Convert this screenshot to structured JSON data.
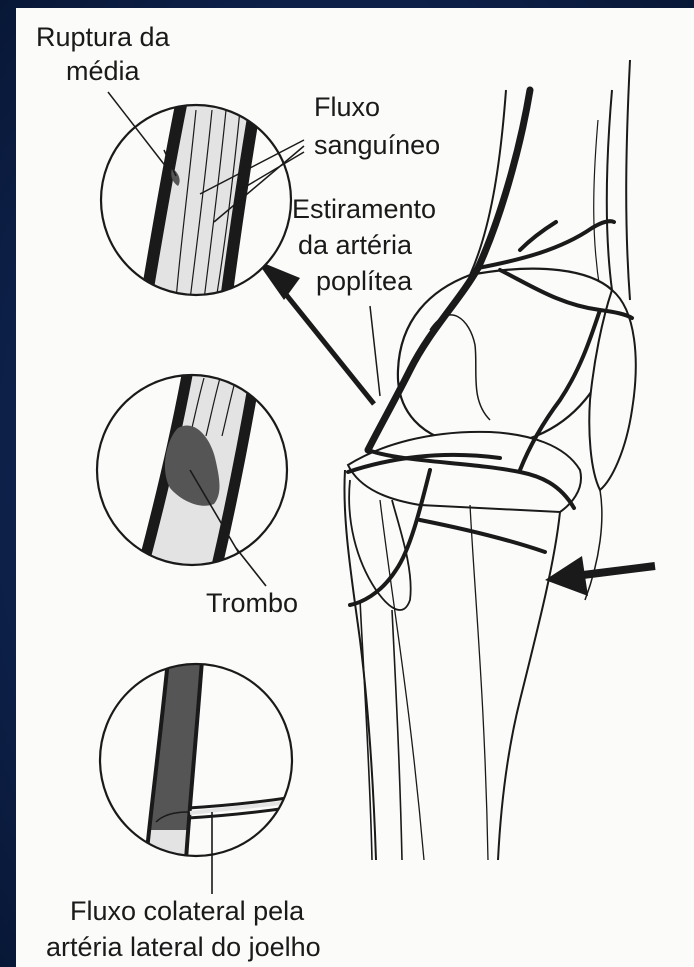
{
  "labels": {
    "ruptura_line1": "Ruptura da",
    "ruptura_line2": "média",
    "fluxo_line1": "Fluxo",
    "fluxo_line2": "sanguíneo",
    "estiramento_line1": "Estiramento",
    "estiramento_line2": "da artéria",
    "estiramento_line3": "poplítea",
    "trombo": "Trombo",
    "colateral_line1": "Fluxo colateral pela",
    "colateral_line2": "artéria lateral do joelho"
  },
  "colors": {
    "background": "#0f2550",
    "panel": "#fbfbf9",
    "ink": "#1a1a1a",
    "artery_fill": "#e3e3e3",
    "thrombus": "#555555"
  }
}
